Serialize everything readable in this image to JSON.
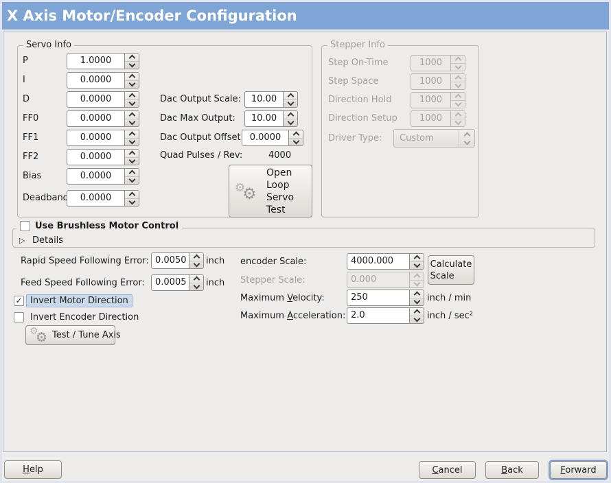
{
  "window": {
    "title": "X Axis Motor/Encoder Configuration"
  },
  "colors": {
    "titlebar": "#7fa4d6",
    "focus_highlight": "#cbdaeb",
    "background": "#edeceb"
  },
  "icons": {
    "gear": "⚙",
    "check": "✓",
    "expander": "▷"
  },
  "servo_info": {
    "legend": "Servo Info",
    "rows": [
      {
        "label": "P",
        "value": "1.0000"
      },
      {
        "label": "I",
        "value": "0.0000"
      },
      {
        "label": "D",
        "value": "0.0000"
      },
      {
        "label": "FF0",
        "value": "0.0000"
      },
      {
        "label": "FF1",
        "value": "0.0000"
      },
      {
        "label": "FF2",
        "value": "0.0000"
      },
      {
        "label": "Bias",
        "value": "0.0000"
      },
      {
        "label": "Deadband",
        "value": "0.0000"
      }
    ]
  },
  "dac": {
    "rows": [
      {
        "label": "Dac Output Scale:",
        "value": "10.00"
      },
      {
        "label": "Dac Max Output:",
        "value": "10.00"
      },
      {
        "label": "Dac Output Offset:",
        "value": "0.0000"
      }
    ],
    "quad_label": "Quad Pulses / Rev:",
    "quad_value": "4000",
    "open_loop_button_lines": [
      "Open",
      "Loop",
      "Servo",
      "Test"
    ]
  },
  "stepper_info": {
    "legend": "Stepper Info",
    "rows": [
      {
        "label": "Step On-Time",
        "value": "1000"
      },
      {
        "label": "Step Space",
        "value": "1000"
      },
      {
        "label": "Direction Hold",
        "value": "1000"
      },
      {
        "label": "Direction Setup",
        "value": "1000"
      }
    ],
    "driver_type_label": "Driver Type:",
    "driver_type_value": "Custom"
  },
  "brushless": {
    "checkbox_label": "Use Brushless Motor Control",
    "details_label": "Details"
  },
  "following_error": {
    "rapid_label": "Rapid Speed Following Error:",
    "rapid_value": "0.0050",
    "rapid_unit": "inch",
    "feed_label": "Feed Speed Following Error:",
    "feed_value": "0.0005",
    "feed_unit": "inch"
  },
  "scales": {
    "encoder_label": "encoder Scale:",
    "encoder_value": "4000.000",
    "calculate_button_lines": [
      "Calculate",
      "Scale"
    ],
    "stepper_label": "Stepper Scale:",
    "stepper_value": "0.000",
    "velocity_label": {
      "pre": "Maximum ",
      "key": "V",
      "post": "elocity:"
    },
    "velocity_value": "250",
    "velocity_unit": "inch / min",
    "accel_label": {
      "pre": "Maximum ",
      "key": "A",
      "post": "cceleration:"
    },
    "accel_value": "2.0",
    "accel_unit": "inch / sec²"
  },
  "direction": {
    "invert_motor_label": "Invert Motor Direction",
    "invert_encoder_label": "Invert Encoder Direction",
    "test_tune_button": "Test / Tune Axis"
  },
  "footer": {
    "help": {
      "pre": "",
      "key": "H",
      "post": "elp"
    },
    "cancel": {
      "pre": "",
      "key": "C",
      "post": "ancel"
    },
    "back": {
      "pre": "",
      "key": "B",
      "post": "ack"
    },
    "forward": {
      "pre": "",
      "key": "F",
      "post": "orward"
    }
  }
}
